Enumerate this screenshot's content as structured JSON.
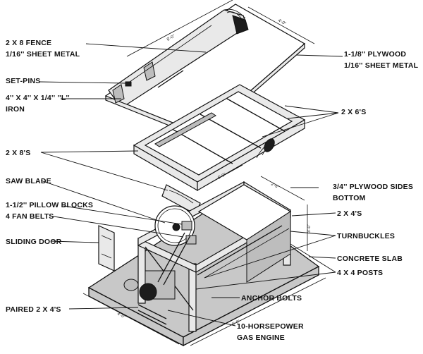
{
  "labels": {
    "fence": "2 X 8 FENCE",
    "fence_sheet": "1/16'' SHEET METAL",
    "plywood": "1-1/8'' PLYWOOD",
    "plywood_sheet": "1/16'' SHEET METAL",
    "set_pins": "SET-PINS",
    "l_iron_1": "4'' X 4'' X 1/4''   ''L''",
    "l_iron_2": "IRON",
    "two_by_six": "2 X 6'S",
    "two_by_eight": "2 X 8'S",
    "saw_blade": "SAW BLADE",
    "plywood_sides_1": "3/4'' PLYWOOD SIDES",
    "plywood_sides_2": "BOTTOM",
    "pillow_blocks": "1-1/2'' PILLOW BLOCKS",
    "fan_belts": "4 FAN BELTS",
    "two_by_four": "2 X 4'S",
    "sliding_door": "SLIDING DOOR",
    "turnbuckles": "TURNBUCKLES",
    "concrete_slab": "CONCRETE SLAB",
    "posts": "4 X 4 POSTS",
    "anchor_bolts": "ANCHOR BOLTS",
    "paired": "PAIRED 2 X 4'S",
    "engine_1": "10-HORSEPOWER",
    "engine_2": "GAS ENGINE"
  },
  "dimensions": {
    "top_length": "8'-0\"",
    "top_width": "4'-0\"",
    "frame_length": "6'-0\"",
    "frame_width": "2'-6\"",
    "frame_height": "3'-0\"",
    "slab_length": "8'-0\"",
    "slab_width": "4'-0\""
  }
}
